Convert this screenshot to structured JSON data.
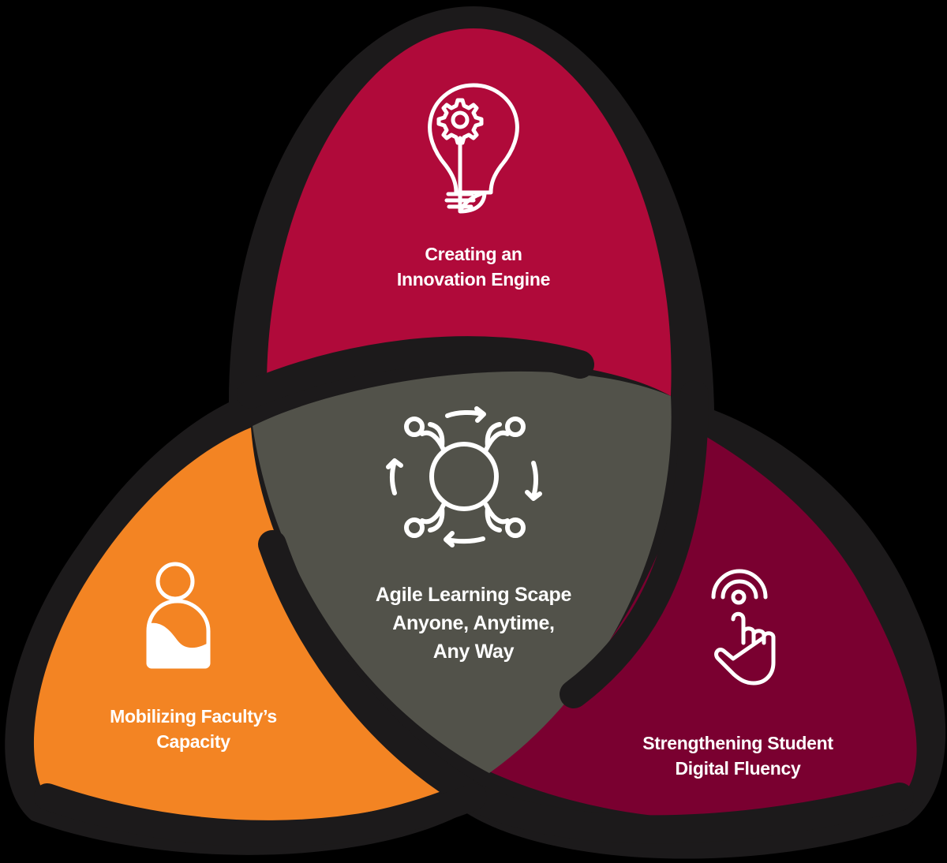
{
  "diagram": {
    "type": "three-petal venn / trefoil",
    "background": "#000000",
    "outline_color": "#1c1a1b",
    "petals": [
      {
        "id": "top",
        "title_lines": [
          "Creating an",
          "Innovation Engine"
        ],
        "icon": "lightbulb-gear-sprout-icon",
        "color": "#b00a3a"
      },
      {
        "id": "left",
        "title_lines": [
          "Mobilizing Faculty’s",
          "Capacity"
        ],
        "icon": "person-icon",
        "color": "#f38423"
      },
      {
        "id": "right",
        "title_lines": [
          "Strengthening Student",
          "Digital Fluency"
        ],
        "icon": "tap-hand-icon",
        "color": "#7a0030"
      }
    ],
    "center": {
      "title_lines": [
        "Agile Learning Scape",
        "Anyone, Anytime,",
        "Any Way"
      ],
      "icon": "collaboration-cycle-icon",
      "color": "#52524a"
    }
  }
}
